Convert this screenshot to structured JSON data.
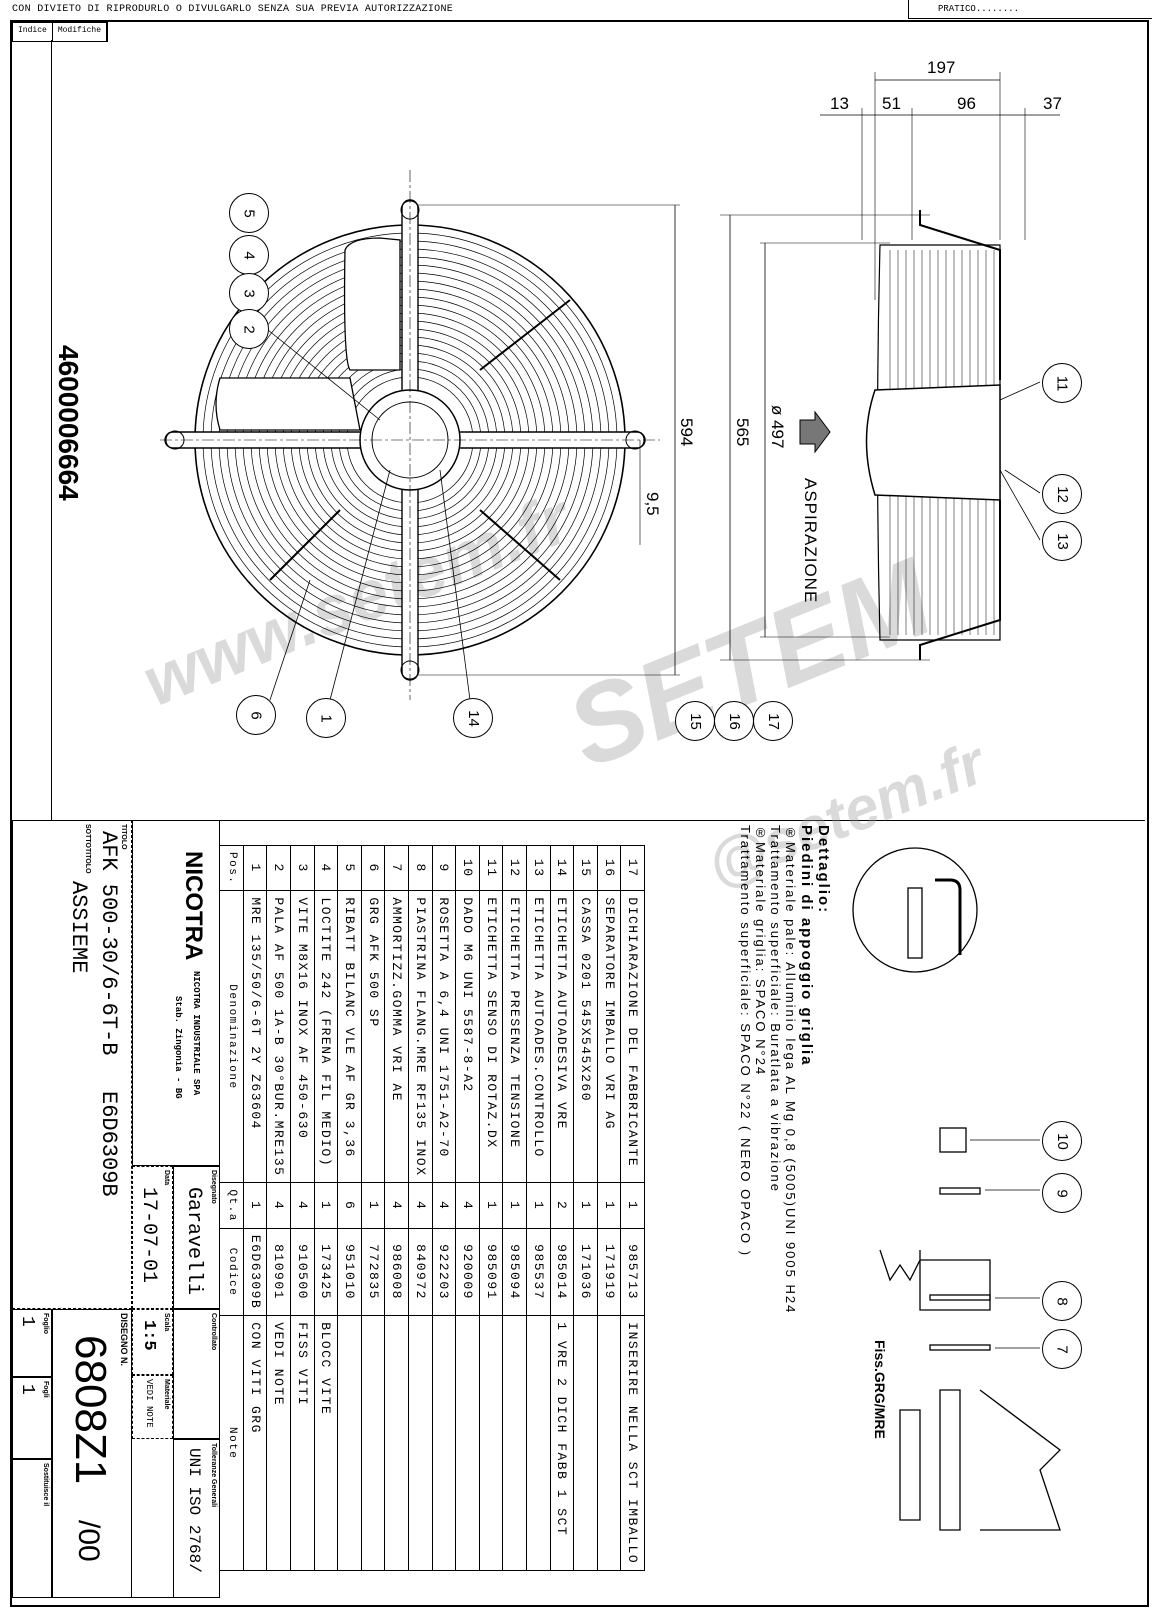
{
  "header": {
    "notice": "CON DIVIETO DI RIPRODURLO O DIVULGARLO SENZA SUA PREVIA AUTORIZZAZIONE",
    "pratico_label": "PRATICO",
    "revision_columns": [
      "Indice",
      "Modifiche"
    ]
  },
  "drawing_code": "4600006664",
  "dimensions": {
    "overall_depth": "197",
    "d13": "13",
    "d51": "51",
    "d96": "96",
    "d37": "37",
    "height_594": "594",
    "height_565": "565",
    "diameter": "ø 497",
    "offset": "9,5",
    "airflow_label": "ASPIRAZIONE"
  },
  "balloons": [
    "5",
    "4",
    "3",
    "2",
    "6",
    "1",
    "14",
    "15",
    "16",
    "17",
    "11",
    "12",
    "13",
    "10",
    "9",
    "8",
    "7"
  ],
  "detail": {
    "title": "Dettaglio:",
    "subtitle": "Piedini di appoggio griglia",
    "fix_label": "Fiss.GRG/MRE",
    "notes": [
      "®Materiale pale: Alluminio lega AL Mg 0,8 (5005)UNI 9005 H24",
      "Trattamento superficiale: Buratlata a vibrazione",
      "®Materiale griglia: SPACO N°24",
      "Trattamento superficiale: SPACO N°22 ( NERO OPACO )"
    ]
  },
  "bom": {
    "headers": {
      "pos": "Pos.",
      "name": "Denominazione",
      "qty": "Qt.a",
      "code": "Codice",
      "note": "Note"
    },
    "rows": [
      {
        "pos": "17",
        "name": "DICHIARAZIONE DEL FABBRICANTE",
        "qty": "1",
        "code": "985713",
        "note": "INSERIRE NELLA SCT IMBALLO"
      },
      {
        "pos": "16",
        "name": "SEPARATORE IMBALLO VRI AG",
        "qty": "1",
        "code": "171919",
        "note": ""
      },
      {
        "pos": "15",
        "name": "CASSA 0201 545X545X260",
        "qty": "1",
        "code": "171036",
        "note": ""
      },
      {
        "pos": "14",
        "name": "ETICHETTA AUTOADESIVA VRE",
        "qty": "2",
        "code": "985014",
        "note": "1 VRE 2 DICH FABB 1 SCT"
      },
      {
        "pos": "13",
        "name": "ETICHETTA AUTOADES.CONTROLLO",
        "qty": "1",
        "code": "985537",
        "note": ""
      },
      {
        "pos": "12",
        "name": "ETICHETTA PRESENZA TENSIONE",
        "qty": "1",
        "code": "985094",
        "note": ""
      },
      {
        "pos": "11",
        "name": "ETICHETTA SENSO DI ROTAZ.DX",
        "qty": "1",
        "code": "985091",
        "note": ""
      },
      {
        "pos": "10",
        "name": "DADO M6 UNI 5587-8-A2",
        "qty": "4",
        "code": "920009",
        "note": ""
      },
      {
        "pos": "9",
        "name": "ROSETTA A 6,4 UNI 1751-A2-70",
        "qty": "4",
        "code": "922203",
        "note": ""
      },
      {
        "pos": "8",
        "name": "PIASTRINA FLANG.MRE RF135 INOX",
        "qty": "4",
        "code": "840972",
        "note": ""
      },
      {
        "pos": "7",
        "name": "AMMORTIZZ.GOMMA VRI AE",
        "qty": "4",
        "code": "986008",
        "note": ""
      },
      {
        "pos": "6",
        "name": "GRG AFK 500 SP",
        "qty": "1",
        "code": "772835",
        "note": ""
      },
      {
        "pos": "5",
        "name": "RIBATT BILANC VLE AF GR 3,36",
        "qty": "6",
        "code": "951010",
        "note": ""
      },
      {
        "pos": "4",
        "name": "LOCTITE 242 (FRENA FIL MEDIO)",
        "qty": "1",
        "code": "173425",
        "note": "BLOCC VITE"
      },
      {
        "pos": "3",
        "name": "VITE M8X16 INOX AF 450-630",
        "qty": "4",
        "code": "910500",
        "note": "FISS VITI"
      },
      {
        "pos": "2",
        "name": "PALA AF 500 1A-B 30°BUR.MRE135",
        "qty": "4",
        "code": "810901",
        "note": "VEDI NOTE"
      },
      {
        "pos": "1",
        "name": "MRE 135/50/6-6T 2Y Z63604",
        "qty": "1",
        "code": "E6D6309B",
        "note": "CON VITI GRG"
      }
    ]
  },
  "title_block": {
    "company_logo": "NICOTRA",
    "company_name": "NICOTRA INDUSTRIALE SPA",
    "company_site": "Stab. Zingonia - BG",
    "drawn_by_label": "Disegnato",
    "drawn_by": "Garavelli",
    "checked_label": "Controllato",
    "tolerance_label": "Tolleranze Generali",
    "tolerance": "UNI ISO 2768/",
    "date_label": "Data",
    "date": "17-07-01",
    "scale_label": "Scala",
    "scale": "1:5",
    "material_label": "Materiale",
    "material": "VEDI NOTE",
    "title_label": "TITOLO",
    "title": "AFK 500-30/6-6T-B",
    "title_code": "E6D6309B",
    "subtitle_label": "SOTTOTITOLO",
    "subtitle": "ASSIEME",
    "drawing_no_label": "DISEGNO N.",
    "drawing_no": "6808Z1",
    "revision": "/00",
    "sheet_label": "Foglio",
    "sheet": "1",
    "sheets_label": "Fogli",
    "sheets": "1",
    "replaces_label": "Sostituisce il"
  },
  "watermark": [
    "www.setem.fr",
    "SETEM",
    "@setem.fr"
  ]
}
